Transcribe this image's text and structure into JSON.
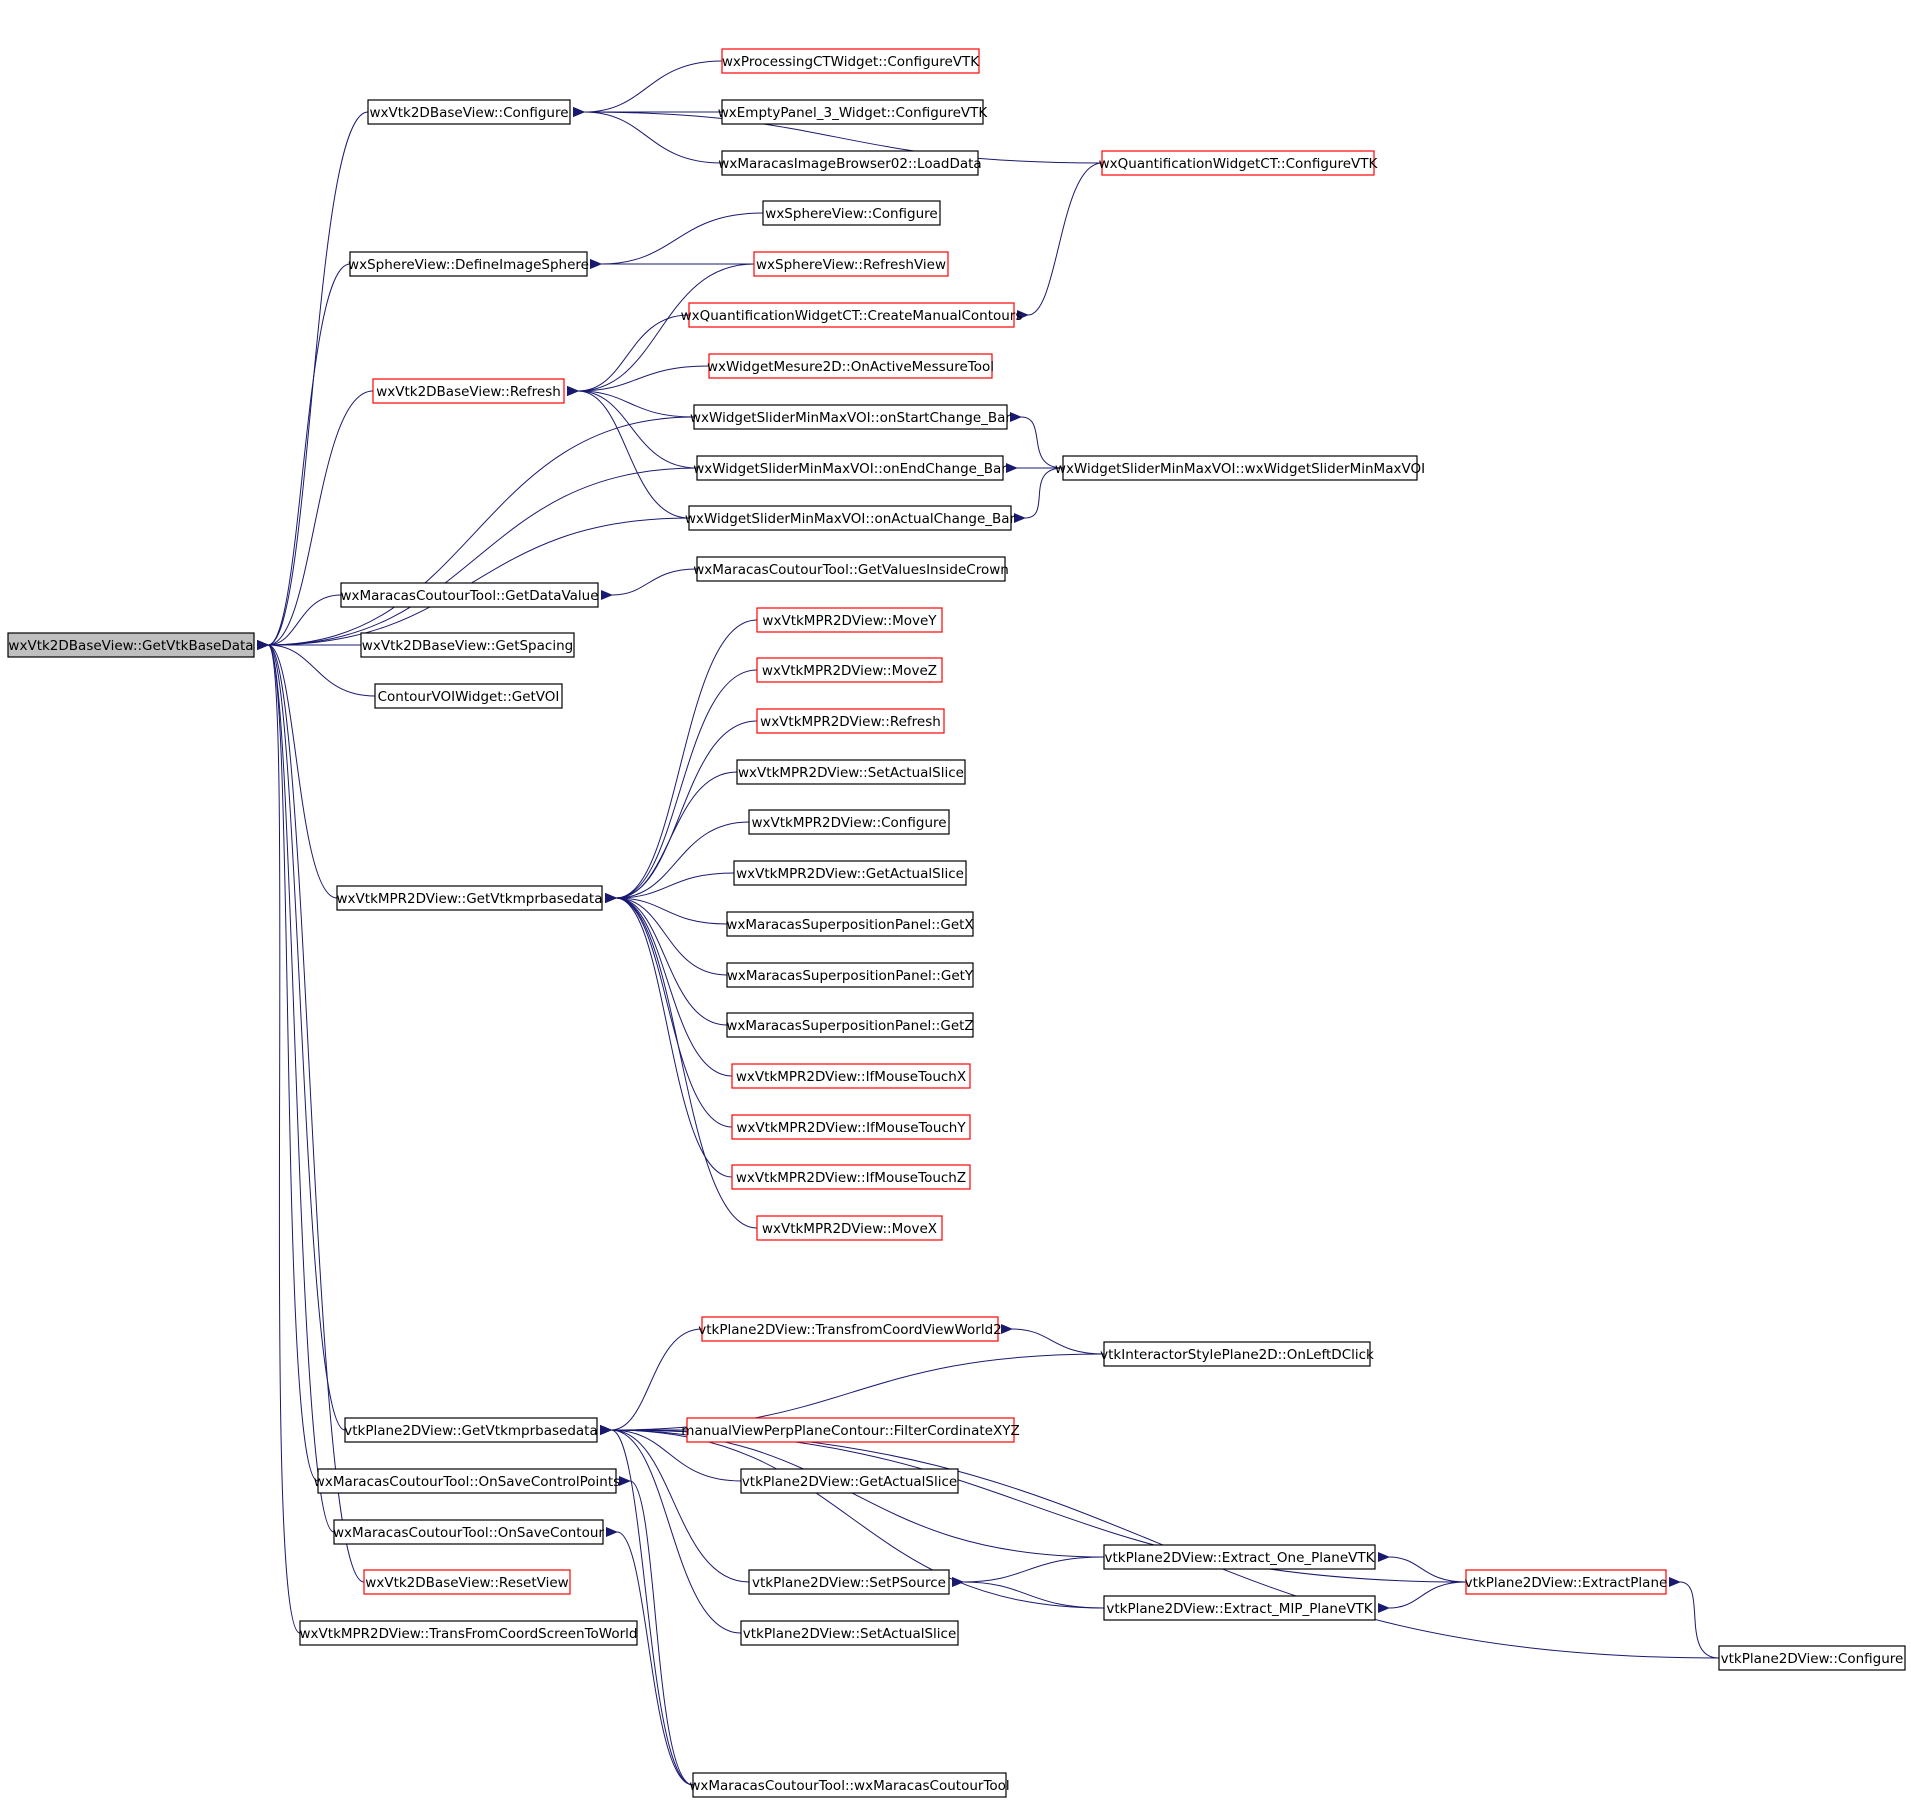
{
  "diagram": {
    "type": "doxygen-caller-graph",
    "colors": {
      "edge": "#191970",
      "border_default": "#000000",
      "border_truncated": "#ff0000",
      "root_fill": "#bfbfbf",
      "node_fill": "#ffffff"
    },
    "nodes": [
      {
        "id": "root",
        "label": "wxVtk2DBaseView::GetVtkBaseData",
        "style": "root"
      },
      {
        "id": "cfg2d",
        "label": "wxVtk2DBaseView::Configure",
        "style": "normal"
      },
      {
        "id": "procct",
        "label": "wxProcessingCTWidget::ConfigureVTK",
        "style": "truncated"
      },
      {
        "id": "empty3",
        "label": "wxEmptyPanel_3_Widget::ConfigureVTK",
        "style": "normal"
      },
      {
        "id": "marbrowse",
        "label": "wxMaracasImageBrowser02::LoadData",
        "style": "normal"
      },
      {
        "id": "quantcfg",
        "label": "wxQuantificationWidgetCT::ConfigureVTK",
        "style": "truncated"
      },
      {
        "id": "spherecfg",
        "label": "wxSphereView::Configure",
        "style": "normal"
      },
      {
        "id": "spheredef",
        "label": "wxSphereView::DefineImageSphere",
        "style": "normal"
      },
      {
        "id": "sphererefresh",
        "label": "wxSphereView::RefreshView",
        "style": "truncated"
      },
      {
        "id": "quantmanual",
        "label": "wxQuantificationWidgetCT::CreateManualContours",
        "style": "truncated"
      },
      {
        "id": "mesure",
        "label": "wxWidgetMesure2D::OnActiveMessureTool",
        "style": "truncated"
      },
      {
        "id": "refresh2d",
        "label": "wxVtk2DBaseView::Refresh",
        "style": "truncated"
      },
      {
        "id": "sliderstart",
        "label": "wxWidgetSliderMinMaxVOI::onStartChange_Bar",
        "style": "normal"
      },
      {
        "id": "sliderend",
        "label": "wxWidgetSliderMinMaxVOI::onEndChange_Bar",
        "style": "normal"
      },
      {
        "id": "sliderctor",
        "label": "wxWidgetSliderMinMaxVOI::wxWidgetSliderMinMaxVOI",
        "style": "normal"
      },
      {
        "id": "slideractual",
        "label": "wxWidgetSliderMinMaxVOI::onActualChange_Bar",
        "style": "normal"
      },
      {
        "id": "crown",
        "label": "wxMaracasCoutourTool::GetValuesInsideCrown",
        "style": "normal"
      },
      {
        "id": "datavalue",
        "label": "wxMaracasCoutourTool::GetDataValue",
        "style": "normal"
      },
      {
        "id": "spacing",
        "label": "wxVtk2DBaseView::GetSpacing",
        "style": "normal"
      },
      {
        "id": "getvoi",
        "label": "ContourVOIWidget::GetVOI",
        "style": "normal"
      },
      {
        "id": "movey",
        "label": "wxVtkMPR2DView::MoveY",
        "style": "truncated"
      },
      {
        "id": "movez",
        "label": "wxVtkMPR2DView::MoveZ",
        "style": "truncated"
      },
      {
        "id": "mprrefresh",
        "label": "wxVtkMPR2DView::Refresh",
        "style": "truncated"
      },
      {
        "id": "mprsetslice",
        "label": "wxVtkMPR2DView::SetActualSlice",
        "style": "normal"
      },
      {
        "id": "mprcfg",
        "label": "wxVtkMPR2DView::Configure",
        "style": "normal"
      },
      {
        "id": "mprgetslice",
        "label": "wxVtkMPR2DView::GetActualSlice",
        "style": "normal"
      },
      {
        "id": "mprbase",
        "label": "wxVtkMPR2DView::GetVtkmprbasedata",
        "style": "normal"
      },
      {
        "id": "supx",
        "label": "wxMaracasSuperpositionPanel::GetX",
        "style": "normal"
      },
      {
        "id": "supy",
        "label": "wxMaracasSuperpositionPanel::GetY",
        "style": "normal"
      },
      {
        "id": "supz",
        "label": "wxMaracasSuperpositionPanel::GetZ",
        "style": "normal"
      },
      {
        "id": "touchx",
        "label": "wxVtkMPR2DView::IfMouseTouchX",
        "style": "truncated"
      },
      {
        "id": "touchy",
        "label": "wxVtkMPR2DView::IfMouseTouchY",
        "style": "truncated"
      },
      {
        "id": "touchz",
        "label": "wxVtkMPR2DView::IfMouseTouchZ",
        "style": "truncated"
      },
      {
        "id": "movex",
        "label": "wxVtkMPR2DView::MoveX",
        "style": "truncated"
      },
      {
        "id": "transworld2",
        "label": "vtkPlane2DView::TransfromCoordViewWorld2",
        "style": "truncated"
      },
      {
        "id": "leftdclick",
        "label": "vtkInteractorStylePlane2D::OnLeftDClick",
        "style": "normal"
      },
      {
        "id": "planebase",
        "label": "vtkPlane2DView::GetVtkmprbasedata",
        "style": "normal"
      },
      {
        "id": "filterxyz",
        "label": "manualViewPerpPlaneContour::FilterCordinateXYZ",
        "style": "truncated"
      },
      {
        "id": "savecp",
        "label": "wxMaracasCoutourTool::OnSaveControlPoints",
        "style": "normal"
      },
      {
        "id": "planegetslice",
        "label": "vtkPlane2DView::GetActualSlice",
        "style": "normal"
      },
      {
        "id": "savecontour",
        "label": "wxMaracasCoutourTool::OnSaveContour",
        "style": "normal"
      },
      {
        "id": "extractone",
        "label": "vtkPlane2DView::Extract_One_PlaneVTK",
        "style": "normal"
      },
      {
        "id": "resetview",
        "label": "wxVtk2DBaseView::ResetView",
        "style": "truncated"
      },
      {
        "id": "setpsource",
        "label": "vtkPlane2DView::SetPSource",
        "style": "normal"
      },
      {
        "id": "extractplane",
        "label": "vtkPlane2DView::ExtractPlane",
        "style": "truncated"
      },
      {
        "id": "extractmip",
        "label": "vtkPlane2DView::Extract_MIP_PlaneVTK",
        "style": "normal"
      },
      {
        "id": "mprtransscreen",
        "label": "wxVtkMPR2DView::TransFromCoordScreenToWorld",
        "style": "normal"
      },
      {
        "id": "planesetslice",
        "label": "vtkPlane2DView::SetActualSlice",
        "style": "normal"
      },
      {
        "id": "planecfg",
        "label": "vtkPlane2DView::Configure",
        "style": "normal"
      },
      {
        "id": "coutourtool",
        "label": "wxMaracasCoutourTool::wxMaracasCoutourTool",
        "style": "normal"
      }
    ],
    "edges": [
      [
        "cfg2d",
        "root"
      ],
      [
        "spheredef",
        "root"
      ],
      [
        "refresh2d",
        "root"
      ],
      [
        "sliderstart",
        "root"
      ],
      [
        "sliderend",
        "root"
      ],
      [
        "slideractual",
        "root"
      ],
      [
        "datavalue",
        "root"
      ],
      [
        "spacing",
        "root"
      ],
      [
        "getvoi",
        "root"
      ],
      [
        "mprbase",
        "root"
      ],
      [
        "planebase",
        "root"
      ],
      [
        "savecp",
        "root"
      ],
      [
        "savecontour",
        "root"
      ],
      [
        "resetview",
        "root"
      ],
      [
        "mprtransscreen",
        "root"
      ],
      [
        "procct",
        "cfg2d"
      ],
      [
        "empty3",
        "cfg2d"
      ],
      [
        "marbrowse",
        "cfg2d"
      ],
      [
        "quantcfg",
        "cfg2d"
      ],
      [
        "spherecfg",
        "spheredef"
      ],
      [
        "sphererefresh",
        "spheredef"
      ],
      [
        "quantmanual",
        "refresh2d"
      ],
      [
        "mesure",
        "refresh2d"
      ],
      [
        "sliderstart",
        "refresh2d"
      ],
      [
        "sliderend",
        "refresh2d"
      ],
      [
        "slideractual",
        "refresh2d"
      ],
      [
        "sphererefresh",
        "refresh2d"
      ],
      [
        "quantcfg",
        "quantmanual"
      ],
      [
        "sliderctor",
        "sliderstart"
      ],
      [
        "sliderctor",
        "sliderend"
      ],
      [
        "sliderctor",
        "slideractual"
      ],
      [
        "crown",
        "datavalue"
      ],
      [
        "movey",
        "mprbase"
      ],
      [
        "movez",
        "mprbase"
      ],
      [
        "mprrefresh",
        "mprbase"
      ],
      [
        "mprsetslice",
        "mprbase"
      ],
      [
        "mprcfg",
        "mprbase"
      ],
      [
        "mprgetslice",
        "mprbase"
      ],
      [
        "supx",
        "mprbase"
      ],
      [
        "supy",
        "mprbase"
      ],
      [
        "supz",
        "mprbase"
      ],
      [
        "touchx",
        "mprbase"
      ],
      [
        "touchy",
        "mprbase"
      ],
      [
        "touchz",
        "mprbase"
      ],
      [
        "movex",
        "mprbase"
      ],
      [
        "transworld2",
        "planebase"
      ],
      [
        "leftdclick",
        "planebase"
      ],
      [
        "filterxyz",
        "planebase"
      ],
      [
        "planegetslice",
        "planebase"
      ],
      [
        "setpsource",
        "planebase"
      ],
      [
        "planesetslice",
        "planebase"
      ],
      [
        "extractone",
        "planebase"
      ],
      [
        "extractmip",
        "planebase"
      ],
      [
        "extractplane",
        "planebase"
      ],
      [
        "planecfg",
        "planebase"
      ],
      [
        "coutourtool",
        "planebase"
      ],
      [
        "leftdclick",
        "transworld2"
      ],
      [
        "coutourtool",
        "savecp"
      ],
      [
        "coutourtool",
        "savecontour"
      ],
      [
        "extractone",
        "setpsource"
      ],
      [
        "extractmip",
        "setpsource"
      ],
      [
        "extractplane",
        "extractone"
      ],
      [
        "extractplane",
        "extractmip"
      ],
      [
        "planecfg",
        "extractplane"
      ]
    ]
  }
}
